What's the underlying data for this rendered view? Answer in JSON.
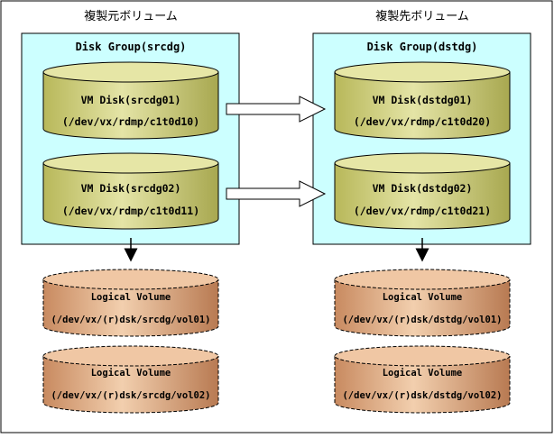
{
  "colors": {
    "group_fill": "#ccffff",
    "disk_fill": "#cccc77",
    "volume_fill": "#d8a27a"
  },
  "left": {
    "title": "複製元ボリューム",
    "group": "Disk Group(srcdg)",
    "disks": [
      {
        "name": "VM Disk(srcdg01)",
        "path": "(/dev/vx/rdmp/c1t0d10)"
      },
      {
        "name": "VM Disk(srcdg02)",
        "path": "(/dev/vx/rdmp/c1t0d11)"
      }
    ],
    "volumes": [
      {
        "name": "Logical Volume",
        "path": "(/dev/vx/(r)dsk/srcdg/vol01)"
      },
      {
        "name": "Logical Volume",
        "path": "(/dev/vx/(r)dsk/srcdg/vol02)"
      }
    ]
  },
  "right": {
    "title": "複製先ボリューム",
    "group": "Disk Group(dstdg)",
    "disks": [
      {
        "name": "VM Disk(dstdg01)",
        "path": "(/dev/vx/rdmp/c1t0d20)"
      },
      {
        "name": "VM Disk(dstdg02)",
        "path": "(/dev/vx/rdmp/c1t0d21)"
      }
    ],
    "volumes": [
      {
        "name": "Logical Volume",
        "path": "(/dev/vx/(r)dsk/dstdg/vol01)"
      },
      {
        "name": "Logical Volume",
        "path": "(/dev/vx/(r)dsk/dstdg/vol02)"
      }
    ]
  }
}
